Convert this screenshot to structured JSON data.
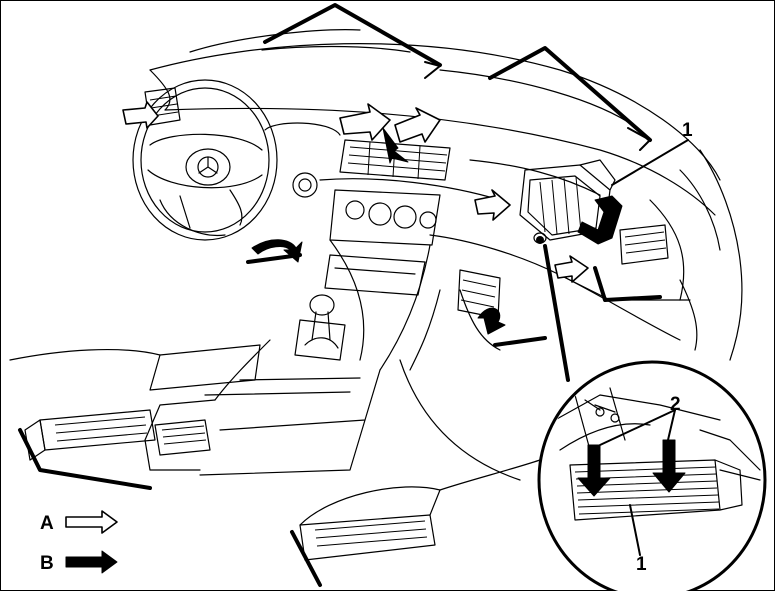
{
  "figure": {
    "callouts": {
      "main_filter": "1",
      "detail_arrows": "2",
      "detail_filter": "1"
    },
    "legend": {
      "a_label": "A",
      "b_label": "B"
    }
  }
}
